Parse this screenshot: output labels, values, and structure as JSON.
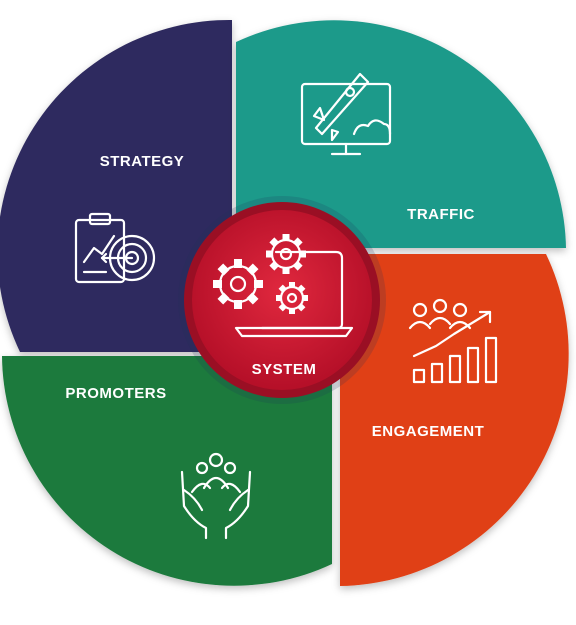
{
  "center": {
    "label": "SYSTEM",
    "color": "#c8102e",
    "ring_color": "#9a0f24"
  },
  "segments": [
    {
      "label": "STRATEGY",
      "color": "#2f2a5e",
      "icon": "strategy-target-icon"
    },
    {
      "label": "TRAFFIC",
      "color": "#1f9a8a",
      "icon": "rocket-monitor-icon"
    },
    {
      "label": "ENGAGEMENT",
      "color": "#e04014",
      "icon": "growth-chart-people-icon"
    },
    {
      "label": "PROMOTERS",
      "color": "#1c7a3c",
      "icon": "hands-community-icon"
    }
  ],
  "center_icon": "gears-laptop-icon"
}
